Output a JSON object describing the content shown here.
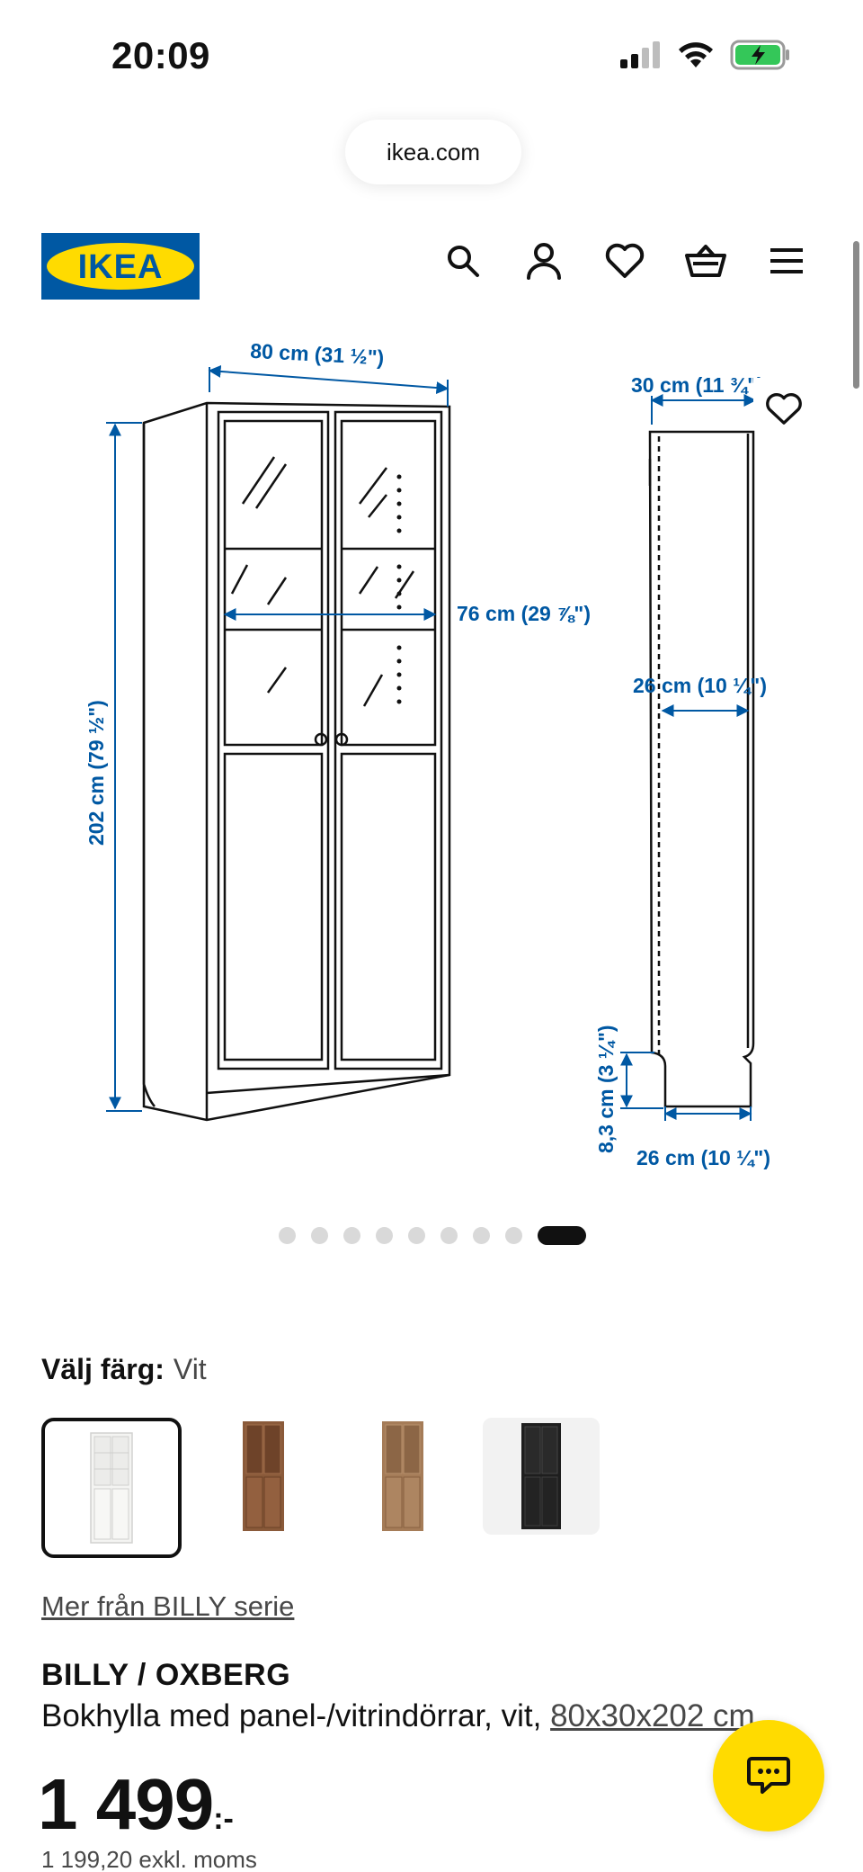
{
  "status_bar": {
    "time": "20:09"
  },
  "browser": {
    "url": "ikea.com"
  },
  "header": {
    "logo_text": "IKEA",
    "brand_colors": {
      "blue": "#0058a3",
      "yellow": "#ffdb00"
    },
    "icons": [
      "search-icon",
      "account-icon",
      "heart-icon",
      "basket-icon",
      "menu-icon"
    ]
  },
  "image": {
    "dimensions": {
      "width": "80 cm (31 ½\")",
      "inner_width": "76 cm (29 ⅞\")",
      "height": "202 cm (79 ½\")",
      "depth": "30 cm (11 ¾\")",
      "inner_depth": "26 cm (10 ¼\")",
      "base_height": "8,3 cm (3 ¼\")",
      "base_depth": "26 cm (10 ¼\")"
    },
    "slide_count": 9,
    "active_slide": 9,
    "dimension_color": "#0058a3"
  },
  "color_select": {
    "label": "Välj färg:",
    "value": "Vit",
    "swatches": [
      {
        "name": "white",
        "color": "#f4f4f2",
        "selected": true
      },
      {
        "name": "brown-walnut",
        "color": "#8a5a3a",
        "selected": false
      },
      {
        "name": "oak",
        "color": "#a57c58",
        "selected": false
      },
      {
        "name": "black",
        "color": "#1e1e1e",
        "selected": false
      }
    ]
  },
  "series_link": "Mer från BILLY serie",
  "product": {
    "name": "BILLY / OXBERG",
    "description": "Bokhylla med panel-/vitrindörrar, vit, ",
    "dimensions_link": "80x30x202 cm"
  },
  "price": {
    "main": "1 499",
    "suffix": ":-",
    "excl_vat": "1 199,20 exkl. moms"
  }
}
